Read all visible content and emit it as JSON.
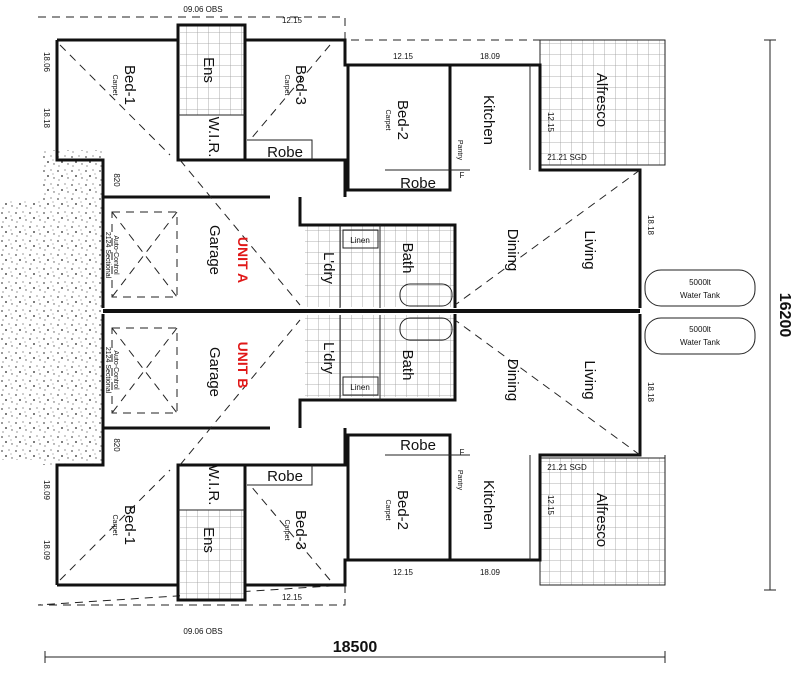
{
  "drawing": {
    "overall_width": "18500",
    "overall_depth": "16200",
    "accent_color": "#e01818"
  },
  "unit_a": {
    "label": "UNIT A",
    "rooms": {
      "bed1": "Bed-1",
      "bed1_floor": "Carpet",
      "bed2": "Bed-2",
      "bed2_floor": "Carpet",
      "bed3": "Bed-3",
      "bed3_floor": "Carpet",
      "ens": "Ens",
      "wir": "W.I.R.",
      "robe1": "Robe",
      "robe2": "Robe",
      "kitchen": "Kitchen",
      "pantry": "Pantry",
      "fridge": "F",
      "alfresco": "Alfresco",
      "dining": "Dining",
      "living": "Living",
      "garage": "Garage",
      "garage_door": "Auto-Control",
      "garage_door_size": "2124 Sectional",
      "laundry": "L'dry",
      "bath": "Bath",
      "linen": "Linen"
    },
    "windows": {
      "obs": "09.06 OBS",
      "bed3_top": "12.15",
      "bed1_side_a": "18.06",
      "bed1_side_b": "18.18",
      "bed2_top": "12.15",
      "kitchen_top": "18.09",
      "kitchen_side": "12.15",
      "sgd": "21.21 SGD",
      "living_side": "18.18",
      "door": "820"
    },
    "tank": {
      "capacity": "5000lt",
      "label": "Water Tank"
    }
  },
  "unit_b": {
    "label": "UNIT B",
    "rooms": {
      "bed1": "Bed-1",
      "bed1_floor": "Carpet",
      "bed2": "Bed-2",
      "bed2_floor": "Carpet",
      "bed3": "Bed-3",
      "bed3_floor": "Carpet",
      "ens": "Ens",
      "wir": "W.I.R.",
      "robe1": "Robe",
      "robe2": "Robe",
      "kitchen": "Kitchen",
      "pantry": "Pantry",
      "fridge": "F",
      "alfresco": "Alfresco",
      "dining": "Dining",
      "living": "Living",
      "garage": "Garage",
      "garage_door": "Auto-Control",
      "garage_door_size": "2124 Sectional",
      "laundry": "L'dry",
      "bath": "Bath",
      "linen": "Linen"
    },
    "windows": {
      "obs": "09.06 OBS",
      "bed3_top": "12.15",
      "bed1_side_a": "18.09",
      "bed1_side_b": "18.09",
      "bed2_top": "12.15",
      "kitchen_top": "18.09",
      "kitchen_side": "12.15",
      "sgd": "21.21 SGD",
      "living_side": "18.18",
      "door": "820"
    },
    "tank": {
      "capacity": "5000lt",
      "label": "Water Tank"
    }
  }
}
